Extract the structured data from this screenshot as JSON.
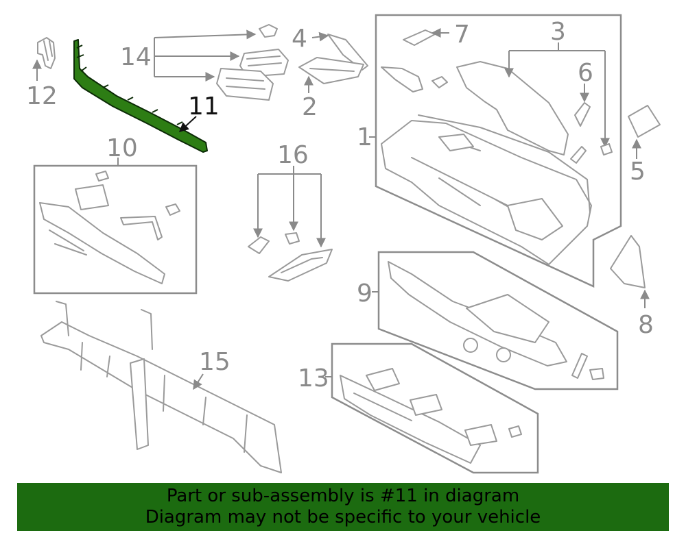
{
  "callouts": {
    "c1": "1",
    "c2": "2",
    "c3": "3",
    "c4": "4",
    "c5": "5",
    "c6": "6",
    "c7": "7",
    "c8": "8",
    "c9": "9",
    "c10": "10",
    "c11": "11",
    "c12": "12",
    "c13": "13",
    "c14": "14",
    "c15": "15",
    "c16": "16"
  },
  "highlight_part": "11",
  "colors": {
    "highlight_fill": "#2d7d14",
    "banner_bg": "#1c6b10",
    "line_gray": "#9a9a9a",
    "callout_gray": "#8a8a8a"
  },
  "banner": {
    "line1": "Part or sub-assembly is #11 in diagram",
    "line2": "Diagram may not be specific to your vehicle"
  }
}
